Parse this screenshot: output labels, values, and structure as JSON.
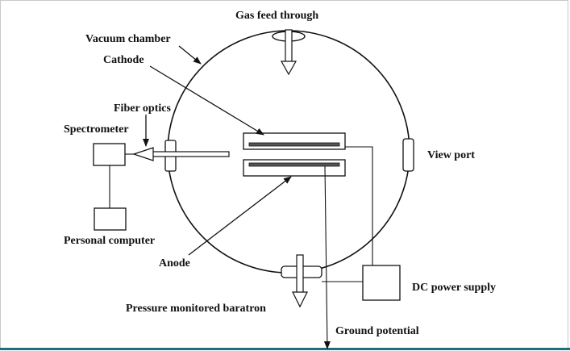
{
  "labels": {
    "gas_feed": "Gas feed through",
    "vacuum_chamber": "Vacuum chamber",
    "cathode": "Cathode",
    "fiber_optics": "Fiber optics",
    "spectrometer": "Spectrometer",
    "view_port": "View port",
    "personal_computer": "Personal computer",
    "anode": "Anode",
    "dc_power": "DC power supply",
    "pressure": "Pressure monitored baratron",
    "ground": "Ground potential"
  },
  "colors": {
    "stroke": "#111111",
    "frame_border": "#c8c8c8",
    "accent_rule": "#1e6e7e"
  }
}
